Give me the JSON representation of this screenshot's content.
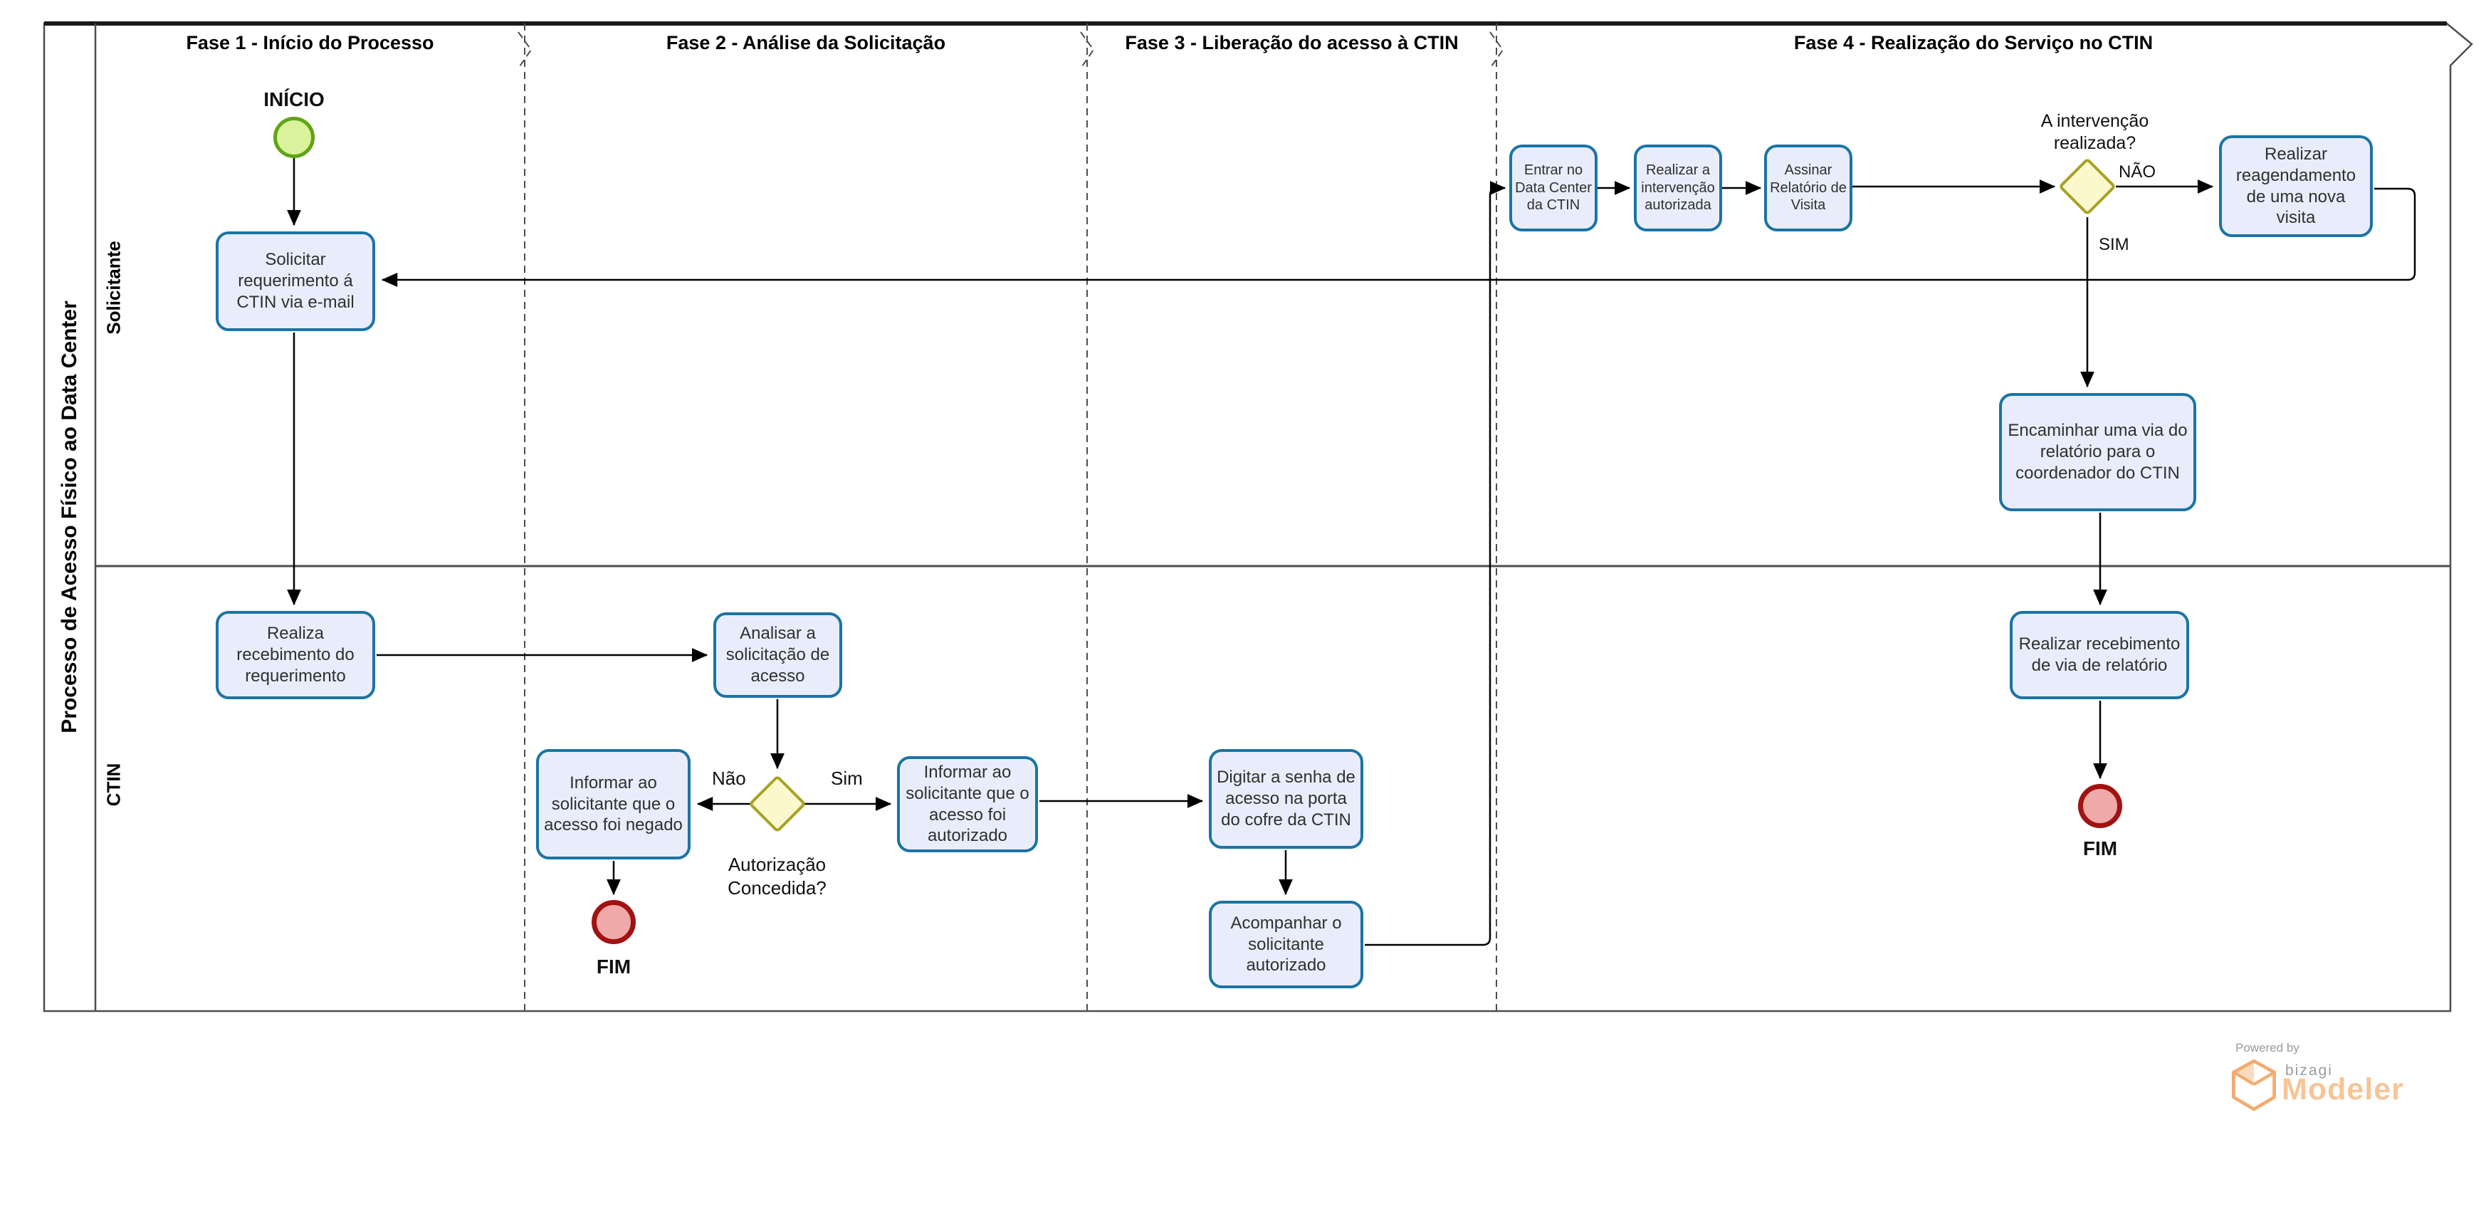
{
  "diagram": {
    "pool_title": "Processo de Acesso Físico ao Data Center",
    "lanes": [
      {
        "label": "Solicitante"
      },
      {
        "label": "CTIN"
      }
    ],
    "phases": [
      {
        "label": "Fase 1 - Início do Processo"
      },
      {
        "label": "Fase 2 - Análise da Solicitação"
      },
      {
        "label": "Fase 3 - Liberação do acesso à CTIN"
      },
      {
        "label": "Fase 4 - Realização do Serviço no CTIN"
      }
    ],
    "events": {
      "start": {
        "label": "INÍCIO"
      },
      "end_negado": {
        "label": "FIM"
      },
      "end_relatorio": {
        "label": "FIM"
      }
    },
    "tasks": {
      "solicitar": "Solicitar requerimento á CTIN via e-mail",
      "realiza_recebimento": "Realiza recebimento do requerimento",
      "analisar": "Analisar a solicitação de acesso",
      "informar_negado": "Informar ao solicitante que o acesso foi negado",
      "informar_autorizado": "Informar ao solicitante que o acesso foi autorizado",
      "digitar_senha": "Digitar a senha de acesso na porta do cofre da CTIN",
      "acompanhar": "Acompanhar o solicitante autorizado",
      "entrar": "Entrar no Data Center da CTIN",
      "realizar_intervencao": "Realizar a intervenção autorizada",
      "assinar_relatorio": "Assinar Relatório de Visita",
      "reagendamento": "Realizar reagendamento de uma nova visita",
      "encaminhar_via": "Encaminhar uma via do relatório para o coordenador do CTIN",
      "realizar_recebimento_via": "Realizar recebimento de via de relatório"
    },
    "gateways": {
      "autorizacao": {
        "label": "Autorização Concedida?",
        "no": "Não",
        "yes": "Sim"
      },
      "intervencao": {
        "label": "A intervenção realizada?",
        "no": "NÃO",
        "yes": "SIM"
      }
    },
    "colors": {
      "task_fill": "#E9EDFB",
      "task_border": "#1B74A3",
      "gateway_fill": "#FBF8CD",
      "gateway_border": "#A7A226",
      "start_fill": "#D9F29C",
      "start_border": "#5FA414",
      "end_fill": "#EFA9A9",
      "end_border": "#A11212",
      "connector": "#000000",
      "pool_border": "#4d4d4d",
      "brand_orange": "#F2AC6E",
      "brand_peach": "#F7C498"
    }
  },
  "branding": {
    "powered_by": "Powered by",
    "brand": "bizagi",
    "product": "Modeler"
  }
}
